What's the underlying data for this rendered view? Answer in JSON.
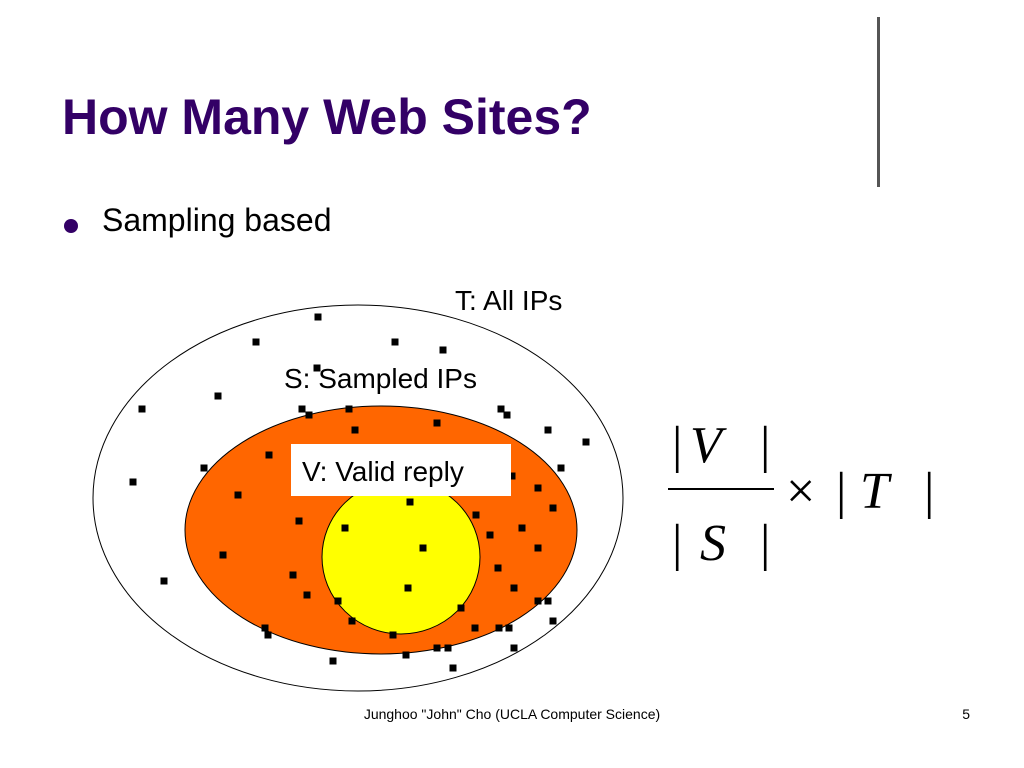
{
  "slide": {
    "title": "How Many Web Sites?",
    "bullet": "Sampling based",
    "footer": "Junghoo \"John\" Cho (UCLA Computer Science)",
    "page_number": "5"
  },
  "diagram": {
    "label_t": "T: All IPs",
    "label_s": "S: Sampled IPs",
    "label_v": "V: Valid reply",
    "colors": {
      "title": "#330066",
      "t_fill": "#ffffff",
      "s_fill": "#ff6600",
      "v_fill": "#ffff00",
      "outline": "#000000"
    }
  },
  "formula": {
    "numerator": "V",
    "denominator": "S",
    "times": "×",
    "multiplier": "T"
  }
}
